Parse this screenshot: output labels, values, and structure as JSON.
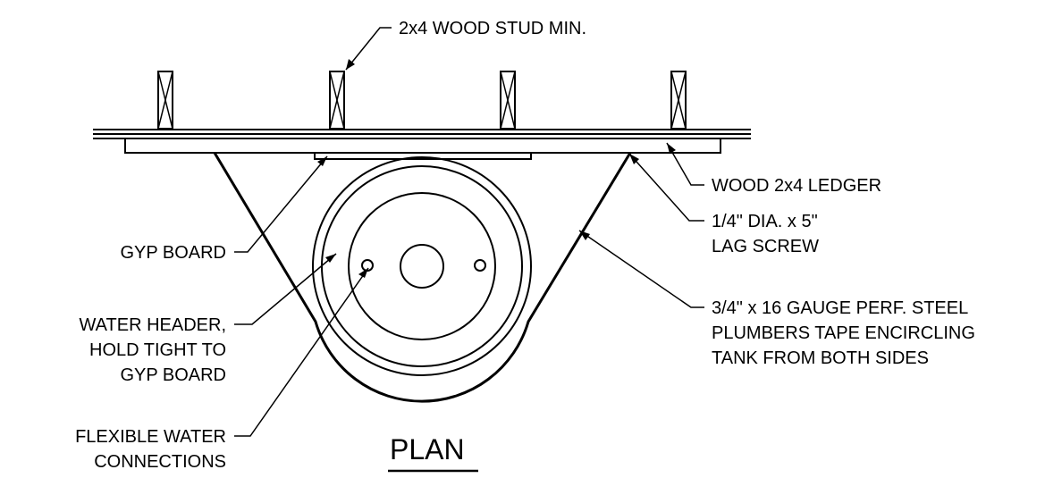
{
  "labels": {
    "stud": "2x4 WOOD STUD MIN.",
    "ledger": "WOOD 2x4 LEDGER",
    "lag_line1": "1/4\" DIA. x 5\"",
    "lag_line2": "LAG SCREW",
    "tape_line1": "3/4\" x 16 GAUGE PERF. STEEL",
    "tape_line2": "PLUMBERS TAPE ENCIRCLING",
    "tape_line3": "TANK FROM BOTH SIDES",
    "gyp": "GYP BOARD",
    "header_line1": "WATER HEADER,",
    "header_line2": "HOLD TIGHT TO",
    "header_line3": "GYP BOARD",
    "flex_line1": "FLEXIBLE WATER",
    "flex_line2": "CONNECTIONS"
  },
  "title": "PLAN"
}
